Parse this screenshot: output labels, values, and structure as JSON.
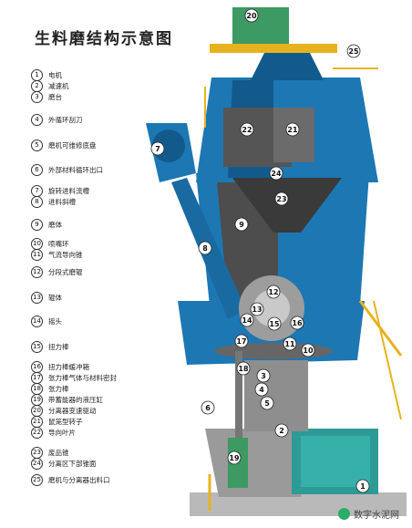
{
  "title": "生料磨结构示意图",
  "legend": [
    {
      "n": "1",
      "label": "电机"
    },
    {
      "n": "2",
      "label": "减速机"
    },
    {
      "n": "3",
      "label": "磨台"
    },
    {
      "n": "4",
      "label": "外循环刮刀"
    },
    {
      "n": "5",
      "label": "磨机可维修底盘"
    },
    {
      "n": "6",
      "label": "外部材料循环出口"
    },
    {
      "n": "7",
      "label": "旋转进料流槽"
    },
    {
      "n": "8",
      "label": "进料斜槽"
    },
    {
      "n": "9",
      "label": "磨体"
    },
    {
      "n": "10",
      "label": "喷嘴环"
    },
    {
      "n": "11",
      "label": "气流导向锥"
    },
    {
      "n": "12",
      "label": "分段式磨辊"
    },
    {
      "n": "13",
      "label": "辊体"
    },
    {
      "n": "14",
      "label": "摇头"
    },
    {
      "n": "15",
      "label": "扭力棒"
    },
    {
      "n": "16",
      "label": "扭力棒缓冲箱"
    },
    {
      "n": "17",
      "label": "张力棒气体与材料密封"
    },
    {
      "n": "18",
      "label": "张力棒"
    },
    {
      "n": "19",
      "label": "带蓄能器的液压缸"
    },
    {
      "n": "20",
      "label": "分离器变速驱动"
    },
    {
      "n": "21",
      "label": "鼠笼型转子"
    },
    {
      "n": "22",
      "label": "导向叶片"
    },
    {
      "n": "23",
      "label": "废品锥"
    },
    {
      "n": "24",
      "label": "分离区下部锥面"
    },
    {
      "n": "25",
      "label": "磨机与分离器出料口"
    }
  ],
  "callouts": [
    "20",
    "25",
    "7",
    "22",
    "21",
    "24",
    "23",
    "9",
    "8",
    "12",
    "13",
    "14",
    "15",
    "16",
    "17",
    "11",
    "10",
    "18",
    "3",
    "4",
    "6",
    "5",
    "2",
    "19",
    "1"
  ],
  "watermark": "数字水泥网",
  "colors": {
    "blue": "#1d77b3",
    "blue_dark": "#125a8c",
    "teal": "#2e9a96",
    "green": "#3c9a62",
    "rail": "#e8b21e"
  }
}
